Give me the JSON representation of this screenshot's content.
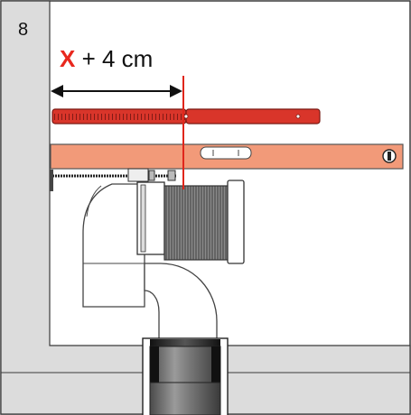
{
  "step_number": "8",
  "dimension": {
    "variable": "X",
    "suffix": "+ 4 cm"
  },
  "colors": {
    "wall": "#dcdcdc",
    "wall_outline": "#3a3a3a",
    "ruler": "#d9352a",
    "ruler_outline": "#7a1a14",
    "level": "#f29a79",
    "level_outline": "#555555",
    "marker_line": "#e0261b",
    "pipe_fill": "#ffffff",
    "pipe_outline": "#444444",
    "bellows": "#6e6e6e",
    "drain": "#5a5a5a"
  }
}
